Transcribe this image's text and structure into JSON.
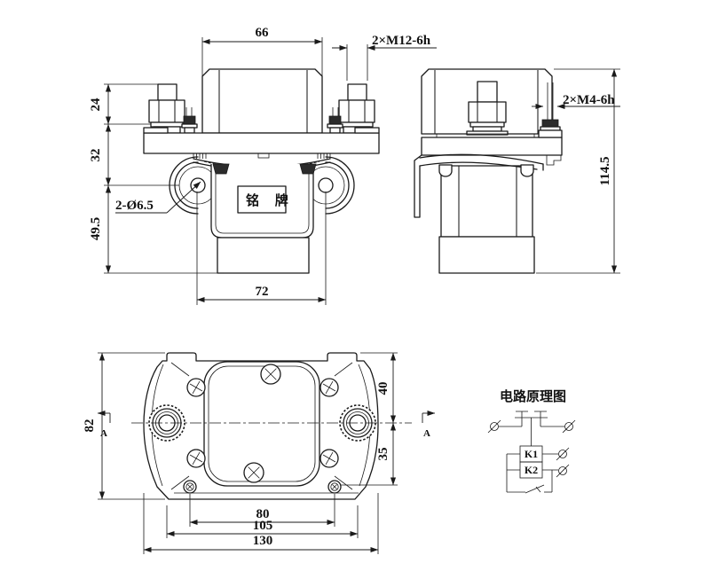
{
  "front_view": {
    "dim_top_width": "66",
    "label_main_studs": "2×M12-6h",
    "dim_stud_height": "24",
    "dim_flange_to_holes": "32",
    "dim_holes_to_bottom": "49.5",
    "label_mount_holes": "2-Ø6.5",
    "nameplate_text": "铭 牌",
    "dim_hole_spacing": "72"
  },
  "side_view": {
    "label_coil_studs": "2×M4-6h",
    "dim_overall_height": "114.5"
  },
  "top_view": {
    "dim_depth": "82",
    "dim_center_to_back": "40",
    "dim_center_to_screws": "35",
    "dim_screw_spacing": "80",
    "dim_terminal_spacing": "105",
    "dim_overall_width": "130",
    "section_left": "A",
    "section_right": "A"
  },
  "circuit": {
    "title": "电路原理图",
    "coil_1": "K1",
    "coil_2": "K2"
  },
  "colors": {
    "line": "#1a1a1a",
    "background": "#ffffff"
  }
}
